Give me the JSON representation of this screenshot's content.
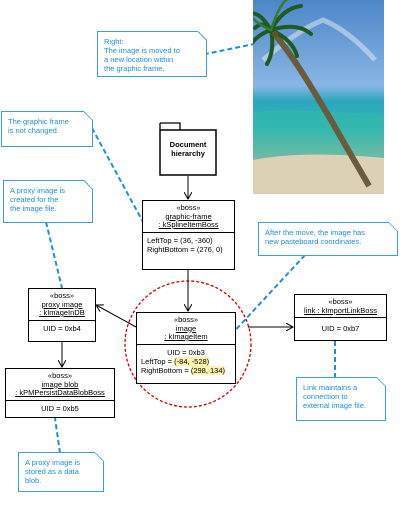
{
  "notes": {
    "right": "Right:\nThe image is moved to\na new location within\nthe graphic frame.",
    "frame_unchanged": "The  graphic frame\nis not changed.",
    "proxy_created": "A proxy image is\ncreated for the\nthe image file.",
    "after_move": "After the move, the image has\nnew pasteboard coordinates.",
    "link_maintains": "Link maintains a\nconnection to\nexternal image file.",
    "proxy_stored": "A proxy image is\nstored as a data\nblob."
  },
  "document_hierarchy": "Document\nhierarchy",
  "graphic_frame": {
    "stereotype": "«boss»",
    "name_line1": "graphic-frame",
    "name_line2": ": kSplineItemBoss",
    "left_top": "LeftTop = (36, -360)",
    "right_bottom": "RightBottom = (276, 0)"
  },
  "proxy_image": {
    "stereotype": "«boss»",
    "name_line1": "proxy image",
    "name_line2": ": kImageInDB",
    "uid": "UID = 0xb4"
  },
  "image_item": {
    "stereotype": "«boss»",
    "name_line1": "image",
    "name_line2": ": kImageItem",
    "uid": "UID = 0xb3",
    "left_top_label": "LeftTop = ",
    "left_top_value": "(-84, -528)",
    "right_bottom_label": "RightBottom = ",
    "right_bottom_value": "(298, 134)"
  },
  "link": {
    "stereotype": "«boss»",
    "name": "link  : kImportLinkBoss",
    "uid": "UID = 0xb7"
  },
  "image_blob": {
    "stereotype": "«boss»",
    "name_line1": "image blob",
    "name_line2": ": kPMPersistDataBlobBoss",
    "uid": "UID = 0xb5"
  },
  "colors": {
    "note_border": "#3aa0dc",
    "note_text": "#1f8fd6",
    "dashed_connector": "#1f8fd6",
    "highlight_circle": "#cc0000",
    "value_highlight": "#fff3b0"
  }
}
